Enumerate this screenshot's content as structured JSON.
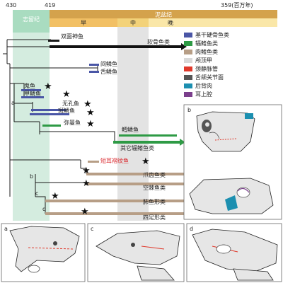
{
  "timescale": {
    "ticks": [
      {
        "label": "430"
      },
      {
        "label": "419"
      },
      {
        "label": "359(百万年)"
      }
    ],
    "silurian_label": "志留纪",
    "devonian_label": "泥盆纪",
    "subdivisions": [
      {
        "label": "早"
      },
      {
        "label": "中"
      },
      {
        "label": "晚"
      }
    ]
  },
  "legend": {
    "items": [
      {
        "label": "基干硬骨鱼类",
        "color": "#4a56a6"
      },
      {
        "label": "辐鳍鱼类",
        "color": "#2e9a45"
      },
      {
        "label": "肉鳍鱼类",
        "color": "#b79e86"
      },
      {
        "label": "颅顶甲",
        "color": "#d9d9d9"
      },
      {
        "label": "颈静脉管",
        "color": "#e0392b"
      },
      {
        "label": "舌颌关节面",
        "color": "#555555"
      },
      {
        "label": "后背肉",
        "color": "#1c8fb0"
      },
      {
        "label": "耳上腔",
        "color": "#7b3f8c"
      }
    ]
  },
  "taxa": [
    {
      "label": "双面神鱼"
    },
    {
      "label": "软骨鱼类"
    },
    {
      "label": "间鳞鱼"
    },
    {
      "label": "舌鳞鱼"
    },
    {
      "label": "鬼鱼"
    },
    {
      "label": "甲鳞鱼"
    },
    {
      "label": "无孔鱼"
    },
    {
      "label": "斑鳞鱼"
    },
    {
      "label": "弥曼鱼"
    },
    {
      "label": "鳕鳞鱼"
    },
    {
      "label": "其它辐鳍鱼类"
    },
    {
      "label": "短耳褶纹鱼"
    },
    {
      "label": "爪齿鱼类"
    },
    {
      "label": "空棘鱼类"
    },
    {
      "label": "肺鱼形类"
    },
    {
      "label": "四足形类"
    }
  ],
  "node_labels": [
    "a",
    "b",
    "c",
    "d"
  ],
  "panels": [
    {
      "label": "b"
    },
    {
      "label": "a"
    },
    {
      "label": "c"
    },
    {
      "label": "d"
    }
  ]
}
